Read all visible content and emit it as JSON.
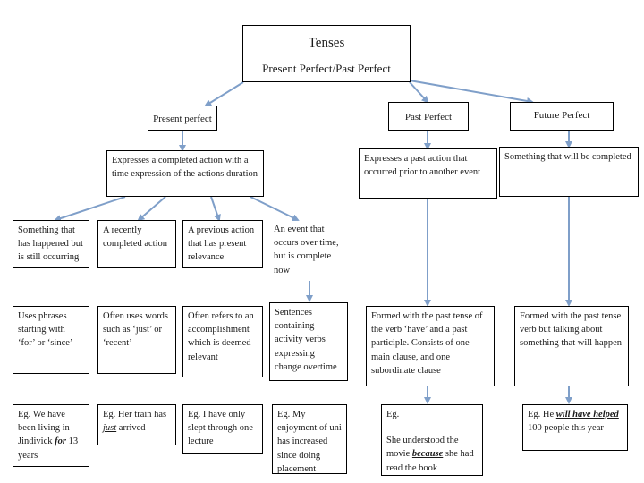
{
  "root": {
    "title": "Tenses",
    "subtitle": "Present Perfect/Past Perfect"
  },
  "present_perfect": {
    "header": "Present perfect",
    "definition": "Expresses a completed action with a time expression of the actions duration",
    "col1": {
      "meaning": "Something that has happened but is still occurring",
      "usage": "Uses phrases starting with ‘for’ or ‘since’",
      "example": {
        "pre": "Eg. We have been living in Jindivick ",
        "em": "for",
        "post": " 13 years"
      }
    },
    "col2": {
      "meaning": "A recently completed action",
      "usage": "Often uses words such as ‘just’ or ‘recent’",
      "example": {
        "pre": "Eg.  Her  train has ",
        "em": "just",
        "post": " arrived"
      }
    },
    "col3": {
      "meaning": "A previous action that has present relevance",
      "usage": "Often refers to an accomplishment which is deemed relevant",
      "example": "Eg. I have only slept through one lecture"
    },
    "col4": {
      "meaning": "An event that occurs over time, but is complete now",
      "usage": "Sentences containing activity verbs expressing change overtime",
      "example": "Eg. My enjoyment of uni has increased since doing placement"
    }
  },
  "past_perfect": {
    "header": "Past Perfect",
    "definition": "Expresses a past action that occurred prior to another event",
    "usage": "Formed with the past tense of the verb ‘have’ and a past participle. Consists of one main clause, and one subordinate clause",
    "example": {
      "label": "Eg.",
      "pre": "She understood the movie ",
      "em": "because",
      "post": " she had read the book"
    }
  },
  "future_perfect": {
    "header": "Future Perfect",
    "definition": "Something that will be completed",
    "usage": "Formed with the past tense verb but talking about something that will happen",
    "example": {
      "pre": "Eg. He ",
      "em": "will have helped",
      "post": " 100 people this year"
    }
  },
  "colors": {
    "line": "#7f9fc9",
    "box_border": "#000000",
    "text": "#1a1a1a"
  }
}
